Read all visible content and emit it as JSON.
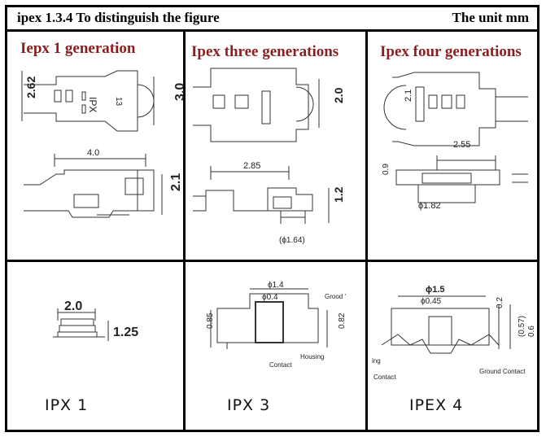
{
  "header": {
    "title": "ipex 1.3.4  To distinguish the figure",
    "unit": "The unit mm"
  },
  "columns": [
    {
      "title": "Iepx 1 generation",
      "bottom_label": "IPX 1",
      "dims": {
        "h_left": "2.62",
        "h_right": "3.0",
        "w_side": "4.0",
        "h_side": "2.1",
        "w_bot": "2.0",
        "h_bot": "1.25"
      },
      "marks": {
        "ipx": "IPX",
        "num": "13"
      }
    },
    {
      "title": "Ipex three generations",
      "bottom_label": "IPX 3",
      "dims": {
        "h_top": "2.0",
        "w_side": "2.85",
        "h_side": "1.2",
        "phi_side": "(ϕ1.64)",
        "phi_out": "ϕ1.4",
        "phi_in": "ϕ0.4",
        "h_left": "0.85",
        "h_right": "0.82"
      },
      "labels": {
        "ground": "Grood ‘",
        "contact": "Contact",
        "housing": "Housing"
      }
    },
    {
      "title": "Ipex four generations",
      "bottom_label": "IPEX 4",
      "dims": {
        "h_top": "2.1",
        "w_side": "2.55",
        "h_side": "0.9",
        "phi_side": "ϕ1.82",
        "phi_out": "ϕ1.5",
        "phi_in": "ϕ0.45",
        "h1": "0.2",
        "h2": "(0.57)",
        "h3": "0.6"
      },
      "labels": {
        "ing": "ing",
        "contact": "Contact",
        "ground_contact": "Ground Contact"
      }
    }
  ]
}
